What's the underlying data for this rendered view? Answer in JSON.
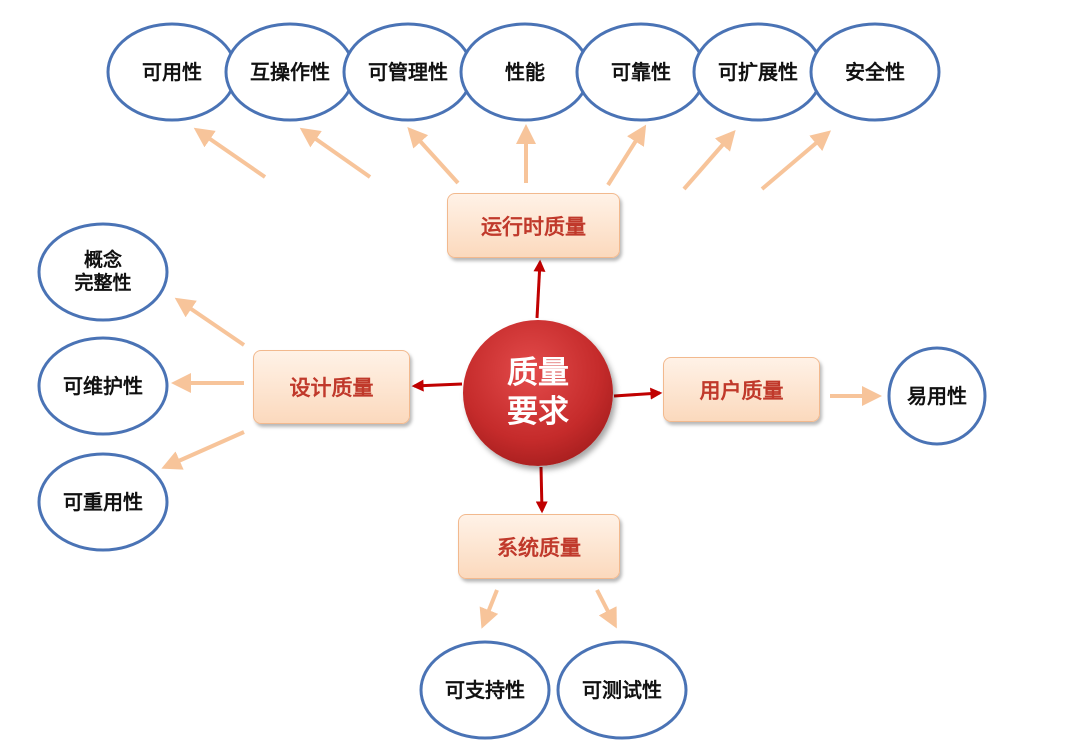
{
  "center": {
    "line1": "质量",
    "line2": "要求"
  },
  "categories": {
    "runtime": "运行时质量",
    "design": "设计质量",
    "user": "用户质量",
    "system": "系统质量"
  },
  "runtime_attributes": [
    "可用性",
    "互操作性",
    "可管理性",
    "性能",
    "可靠性",
    "可扩展性",
    "安全性"
  ],
  "design_attributes": [
    {
      "line1": "概念",
      "line2": "完整性"
    },
    {
      "line1": "可维护性",
      "line2": ""
    },
    {
      "line1": "可重用性",
      "line2": ""
    }
  ],
  "user_attributes": [
    "易用性"
  ],
  "system_attributes": [
    "可支持性",
    "可测试性"
  ],
  "colors": {
    "ellipse_stroke": "#4a73b5",
    "light_arrow": "#f7c49a",
    "dark_arrow": "#c00000",
    "box_text": "#c0392b",
    "center_fill": "#c52b2b"
  }
}
